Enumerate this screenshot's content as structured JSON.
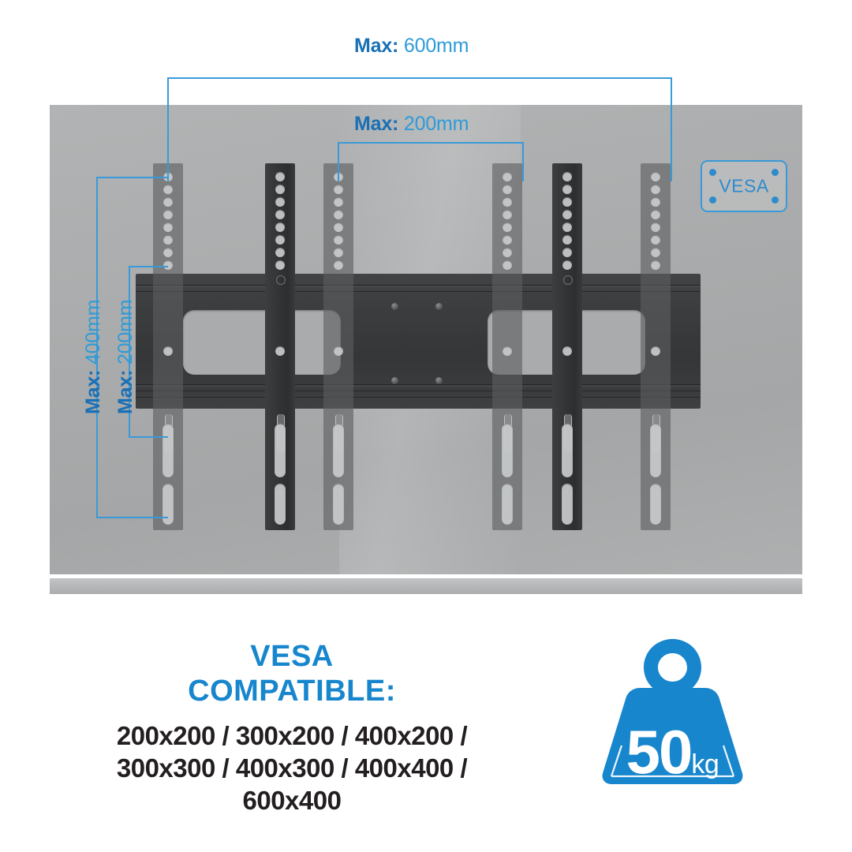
{
  "diagram": {
    "title": "TV wall mount VESA dimension diagram",
    "accent_blue": "#2e9bd8",
    "accent_blue_dark": "#1a6fb5",
    "heading_blue": "#1786cd",
    "wall_gray": "#a9abac",
    "bracket_dark": "#333537",
    "dimensions": {
      "width_max": {
        "prefix": "Max:",
        "value": "600mm",
        "name": "max-width-600"
      },
      "inner_width_max": {
        "prefix": "Max:",
        "value": "200mm",
        "name": "max-inner-width-200"
      },
      "height_max": {
        "prefix": "Max:",
        "value": "400mm",
        "name": "max-height-400"
      },
      "inner_height_max": {
        "prefix": "Max:",
        "value": "200mm",
        "name": "max-inner-height-200"
      }
    },
    "vesa_badge": {
      "label": "VESA"
    }
  },
  "specs": {
    "heading_line1": "VESA",
    "heading_line2": "COMPATIBLE:",
    "sizes_line1": "200x200 / 300x200 / 400x200 /",
    "sizes_line2": "300x300 / 400x300 / 400x400 /",
    "sizes_line3": "600x400"
  },
  "weight": {
    "value": "50",
    "unit": "kg"
  }
}
